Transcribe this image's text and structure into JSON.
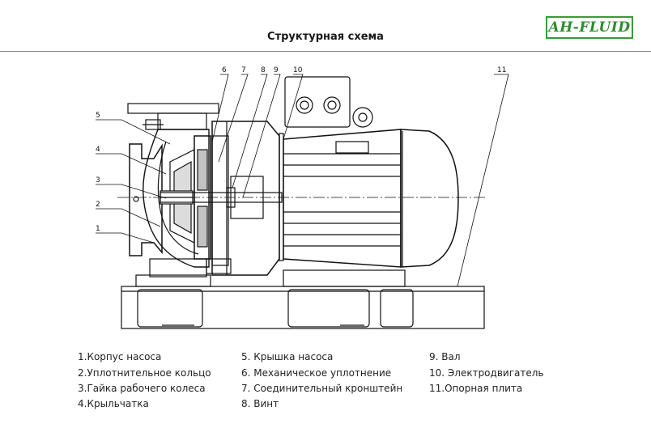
{
  "header": {
    "title": "Структурная схема",
    "logo_text": "AH-FLUID",
    "logo_color": "#2e8b2e"
  },
  "drawing": {
    "callouts": [
      "1",
      "2",
      "3",
      "4",
      "5",
      "6",
      "7",
      "8",
      "9",
      "10",
      "11"
    ]
  },
  "legend": {
    "col1": [
      "1.Корпус насоса",
      "2.Уплотнительное кольцо",
      "3.Гайка рабочего колеса",
      "4.Крыльчатка"
    ],
    "col2": [
      "5. Крышка насоса",
      "6. Механическое уплотнение",
      "7. Соединительный кронштейн",
      "8. Винт"
    ],
    "col3": [
      "9. Вал",
      "10. Электродвигатель",
      "11.Опорная плита"
    ]
  }
}
